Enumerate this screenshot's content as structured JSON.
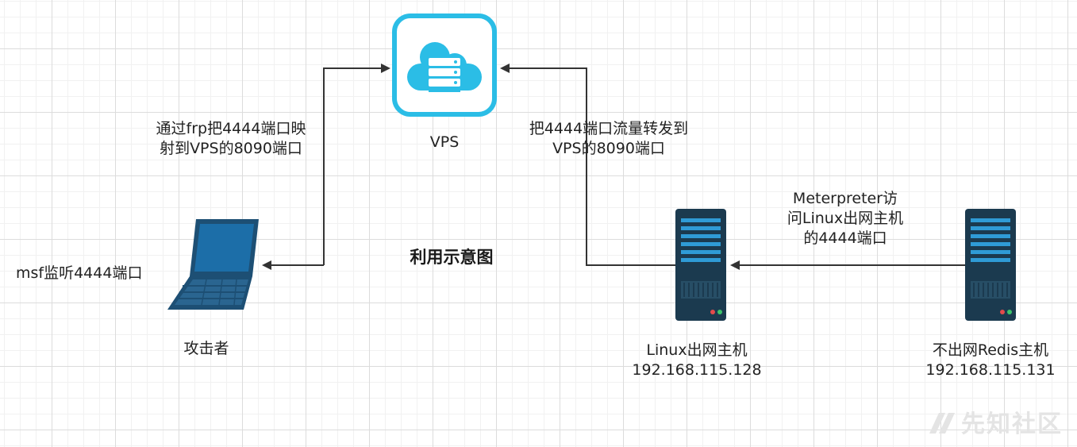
{
  "labels": {
    "vps": "VPS",
    "attacker": "攻击者",
    "msf_listen": "msf监听4444端口",
    "frp_line1": "通过frp把4444端口映",
    "frp_line2": "射到VPS的8090端口",
    "forward_line1": "把4444端口流量转发到",
    "forward_line2": "VPS的8090端口",
    "meterpreter_line1": "Meterpreter访",
    "meterpreter_line2": "问Linux出网主机",
    "meterpreter_line3": "的4444端口",
    "title": "利用示意图",
    "linux_host_name": "Linux出网主机",
    "linux_host_ip": "192.168.115.128",
    "redis_host_name": "不出网Redis主机",
    "redis_host_ip": "192.168.115.131",
    "watermark": "先知社区"
  },
  "colors": {
    "cloud_blue": "#2bbde6",
    "server_body": "#1b3a4f",
    "server_stripe": "#2f9bd6",
    "laptop_body": "#1d4f74",
    "laptop_screen": "#1c6ea8",
    "arrow": "#333333"
  },
  "icons": {
    "vps": "cloud-server-icon",
    "attacker": "laptop-icon",
    "linux_host": "server-tower-icon",
    "redis_host": "server-tower-icon"
  }
}
